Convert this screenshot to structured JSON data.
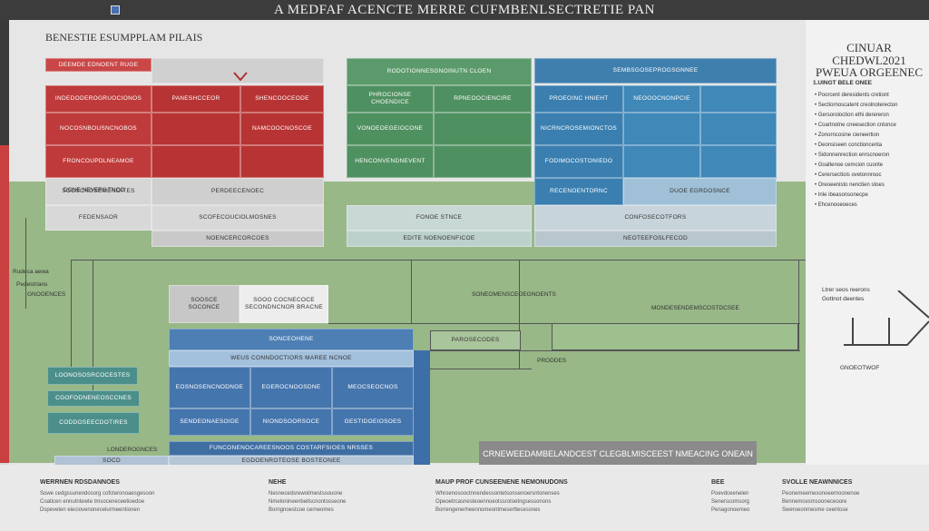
{
  "title": "A MEDFAF ACENCTE MERRE CUFMBENLSECTRETIE PAN",
  "subtitle": "BENESTIE ESUMPPLAM PILAIS",
  "right_panel": {
    "title_l1": "CINUAR CHEDWL2021",
    "title_l2": "PWEUA ORGEENEC",
    "section": "1.UINGT BELE ONEE",
    "items": [
      "Poorcent deresidents cretiont",
      "Sectiornoscatent creolnoterecton",
      "Gersoroloction ethi derereron",
      "Coartnotne cneesection cntonce",
      "Zonorncosine cieneertion",
      "Deonsiseen conctioncenta",
      "Sidonnenrection enrscnoeron",
      "Goaltenoe cemcion cuonte",
      "Cerersectiois ovetonnrooc",
      "Oreoeenisto nenctien stoes",
      "Inle ibeasonsonecpe",
      "Ehcenooeoeces"
    ],
    "bottom_l1": "Ltrer seos reerons",
    "bottom_l2": "Gottnot deentes",
    "bottom_label": "GNOEOTWOF"
  },
  "red_block": {
    "header": "DEEMDE EDNOENT RUGE",
    "rows": [
      "INDEDODEROGRUOCIONOS",
      "NOCOSNBOUSNCNOBOS",
      "FRONCOUPDLNEAMOE",
      "SOOSCNDSEMENOITES"
    ],
    "col2": [
      "PANESHCCEOR",
      "",
      "",
      ""
    ],
    "col3": [
      "SHENCOOCEODE",
      "NAMCOOCNOSCOE",
      "",
      ""
    ],
    "lower": [
      "DONE NEVERS TNCO",
      "FEDENSAOR"
    ],
    "lower_right": [
      "PERDEECENOEC",
      "SCOFECOUCIOLMOSNES",
      "NOENCERCORCOES"
    ]
  },
  "green_block": {
    "header": "RODOTIONNESGNOINUTN CLOEN",
    "rows": [
      "PHROCIONSE CHOENDICE",
      "VONOEOEGEIOCONE",
      "HENCONVENDNEVENT"
    ],
    "col2": [
      "RPNEOOCIENCIRE",
      "",
      ""
    ],
    "lower": [
      "FONOE STNCE",
      "EDITE NOENOENFICOE"
    ]
  },
  "blue_block": {
    "header": "SEMBSGOSEPROGSGNNEE",
    "rows": [
      "PROEOINC HNIEHT",
      "NICRNCROSEMIONCTOS",
      "FODIMOCOSTONIEDO",
      "RECENOENTORNC"
    ],
    "col2": [
      "NEOOOCNONPCIE",
      "",
      "",
      "DUOE EGRDOSNCE"
    ],
    "lower": [
      "CONFOSECOTFORS",
      "NEOTEEFOSLFECOD"
    ]
  },
  "middle": {
    "box_left": [
      "SOOSCE",
      "SOCONCE"
    ],
    "box_right": [
      "SOOO COCNECOCE",
      "SECONDNCNOR BRACNE"
    ],
    "mid_label": "SONEOMENSCEOEGNOENTS",
    "right_label": "MONDESENDEMSCOSTDCSEE",
    "sub1": "PAROSECODES",
    "sub2": "PRODDES",
    "blue_header": "SONCEOHENE",
    "blue_sub": "WEUS CONNDOCTIORS MAREE NCNOE",
    "blue_rows": [
      [
        "EOSNOSENCNODNOE",
        "EGEROCNOOSDNE",
        "MEOCSEOCNOS"
      ],
      [
        "SENDEONAESOIDE",
        "NIONDSOORSOCE",
        "GESTIDOEIOSOES"
      ]
    ],
    "bottom": "FUNCONENOCAREESNOOS COSTARFSIOES NRSSES",
    "bottom_sub": "EGDOENROTEOSE BOSTEONEE"
  },
  "left_small": {
    "labels": [
      "Rudeca aewa",
      "Pedestrians",
      "GNOOENCES"
    ],
    "teal": [
      "LOONOSOSRCOCESTES",
      "CGOFODNENEOSCCNES",
      "CODDOSEECDOTIRES"
    ],
    "bottom": "LONDEROGNCES",
    "bottom2": "SOCD"
  },
  "bottom_box": "CRNEWEEDAMBELANDCEST CLEGBLMISCEEST NMEACING ONEAIN",
  "footer": {
    "cols": [
      {
        "head": "WERRNEN RDSDANNOES",
        "lines": [
          "Sowe cedgssunendosorg cofcteronoaesgesoon",
          "Coaticen ennutntewte tmsoceneceetioedoe",
          "Dspeveten eieciovenonecelurmeentionen"
        ]
      },
      {
        "head": "NEHE",
        "lines": [
          "Nesnecedsrewoilmestssouone",
          "Nmelonineenbeitscnontosseone",
          "Borngnoestcoe cerneomes"
        ]
      },
      {
        "head": "MAUP PROF CUNSEENENE NEMONUDONS",
        "lines": [
          "Whroenosooctnnendessontetsonsenoersntonenses",
          "Opeoetrcasnesteoennoeotssrotoetngsessonons",
          "Borrengenerheennomeontmeserttecessnes"
        ]
      },
      {
        "head": "BEE",
        "lines": [
          "Poevdceenelen",
          "Senerscomsorg",
          "Penagonoemeo"
        ]
      },
      {
        "head": "SVOLLE NEAWNNICES",
        "lines": [
          "Peonemeemesonoeemoonenoe",
          "Bennemcesmsooneceoore",
          "Sweroeonmesme ceentose"
        ]
      }
    ]
  }
}
